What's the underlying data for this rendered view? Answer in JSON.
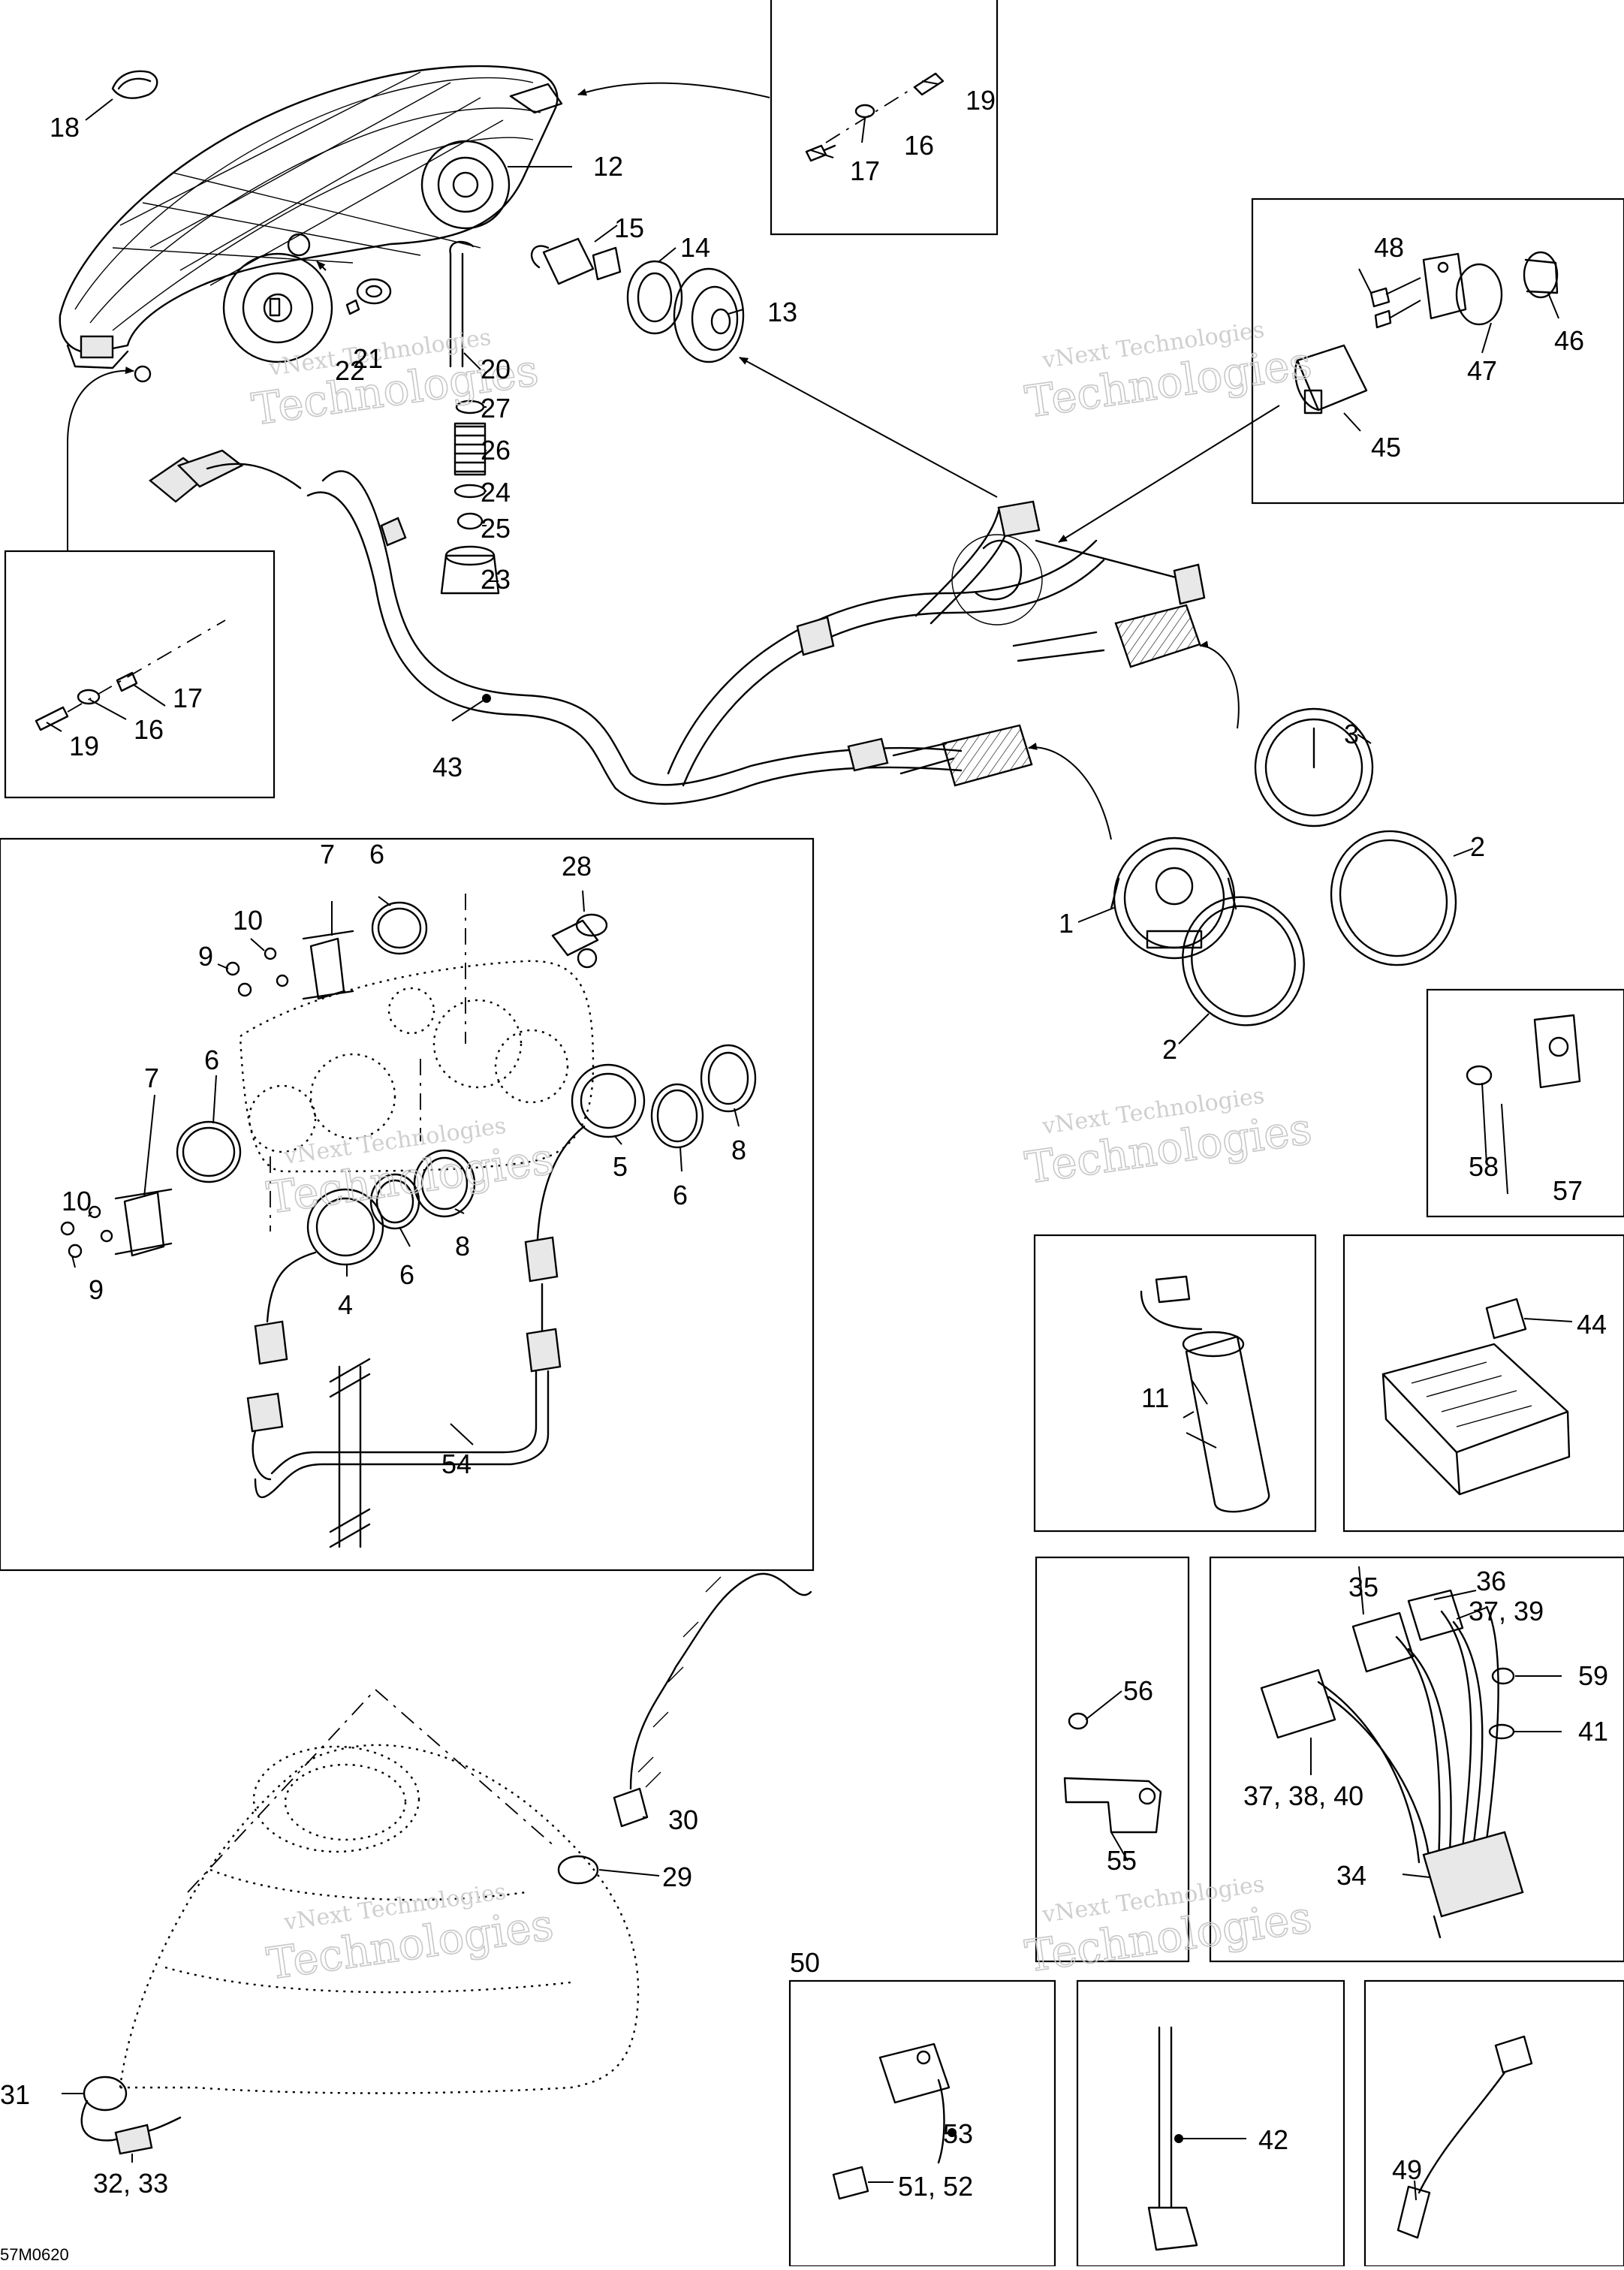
{
  "diagram": {
    "figure_code": "57M0620",
    "watermark_line1": "vNext Technologies",
    "watermark_line2": "Technologies",
    "callouts": {
      "c1": "1",
      "c2a": "2",
      "c2b": "2",
      "c3": "3",
      "c4": "4",
      "c5": "5",
      "c6a": "6",
      "c6b": "6",
      "c6c": "6",
      "c6d": "6",
      "c7a": "7",
      "c7b": "7",
      "c8a": "8",
      "c8b": "8",
      "c9a": "9",
      "c9b": "9",
      "c10a": "10",
      "c10b": "10",
      "c11": "11",
      "c12": "12",
      "c13": "13",
      "c14": "14",
      "c15": "15",
      "c16a": "16",
      "c16b": "16",
      "c17a": "17",
      "c17b": "17",
      "c18": "18",
      "c19a": "19",
      "c19b": "19",
      "c20": "20",
      "c21": "21",
      "c22": "22",
      "c23": "23",
      "c24": "24",
      "c25": "25",
      "c26": "26",
      "c27": "27",
      "c28": "28",
      "c29": "29",
      "c30": "30",
      "c31": "31",
      "c32_33": "32, 33",
      "c34": "34",
      "c35": "35",
      "c36": "36",
      "c37_39": "37, 39",
      "c37_38_40": "37, 38, 40",
      "c41": "41",
      "c42": "42",
      "c43": "43",
      "c44": "44",
      "c45": "45",
      "c46": "46",
      "c47": "47",
      "c48": "48",
      "c49": "49",
      "c50": "50",
      "c51_52": "51, 52",
      "c53": "53",
      "c54": "54",
      "c55": "55",
      "c56": "56",
      "c57": "57",
      "c58": "58",
      "c59": "59"
    }
  }
}
